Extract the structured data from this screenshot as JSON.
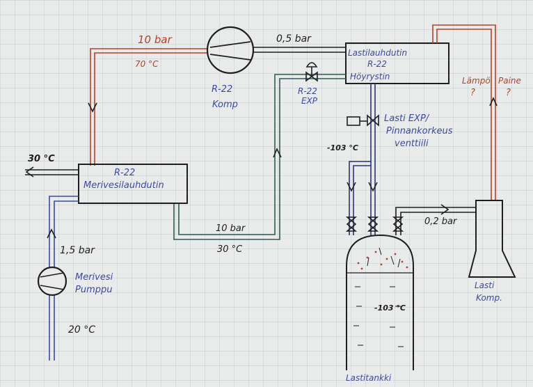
{
  "labels": {
    "p_discharge": "10 bar",
    "t_discharge": "70 °C",
    "p_suction": "0,5 bar",
    "compressor": [
      "R-22",
      "Komp"
    ],
    "exp_valve": [
      "R-22",
      "EXP"
    ],
    "evaporator": [
      "Lastilauhdutin",
      "R-22",
      "Höyrystin"
    ],
    "level_valve": [
      "Lasti EXP/",
      "Pinnankorkeus",
      "venttiili"
    ],
    "t_cargo_line": "-103 °C",
    "seawater_out": "30 °C",
    "condenser": [
      "R-22",
      "Merivesilauhdutin"
    ],
    "liquid_pressure": "10 bar",
    "liquid_temp": "30 °C",
    "seawater_pressure": "1,5 bar",
    "pump": [
      "Merivesi",
      "Pumppu"
    ],
    "seawater_in": "20 °C",
    "tank_temp": "-103 °C",
    "tank": "Lastitankki",
    "cargo_pressure": "0,2 bar",
    "temp_gauge": [
      "Lämpö",
      "?"
    ],
    "pressure_gauge": [
      "Paine",
      "?"
    ],
    "cargo_comp": [
      "Lasti",
      "Komp."
    ]
  },
  "colors": {
    "paper": "#e9ebea",
    "grid": "#b9bec0",
    "blue_ink": "#3b4aa0",
    "black_ink": "#1e1e22",
    "red_ink": "#b0422a"
  }
}
